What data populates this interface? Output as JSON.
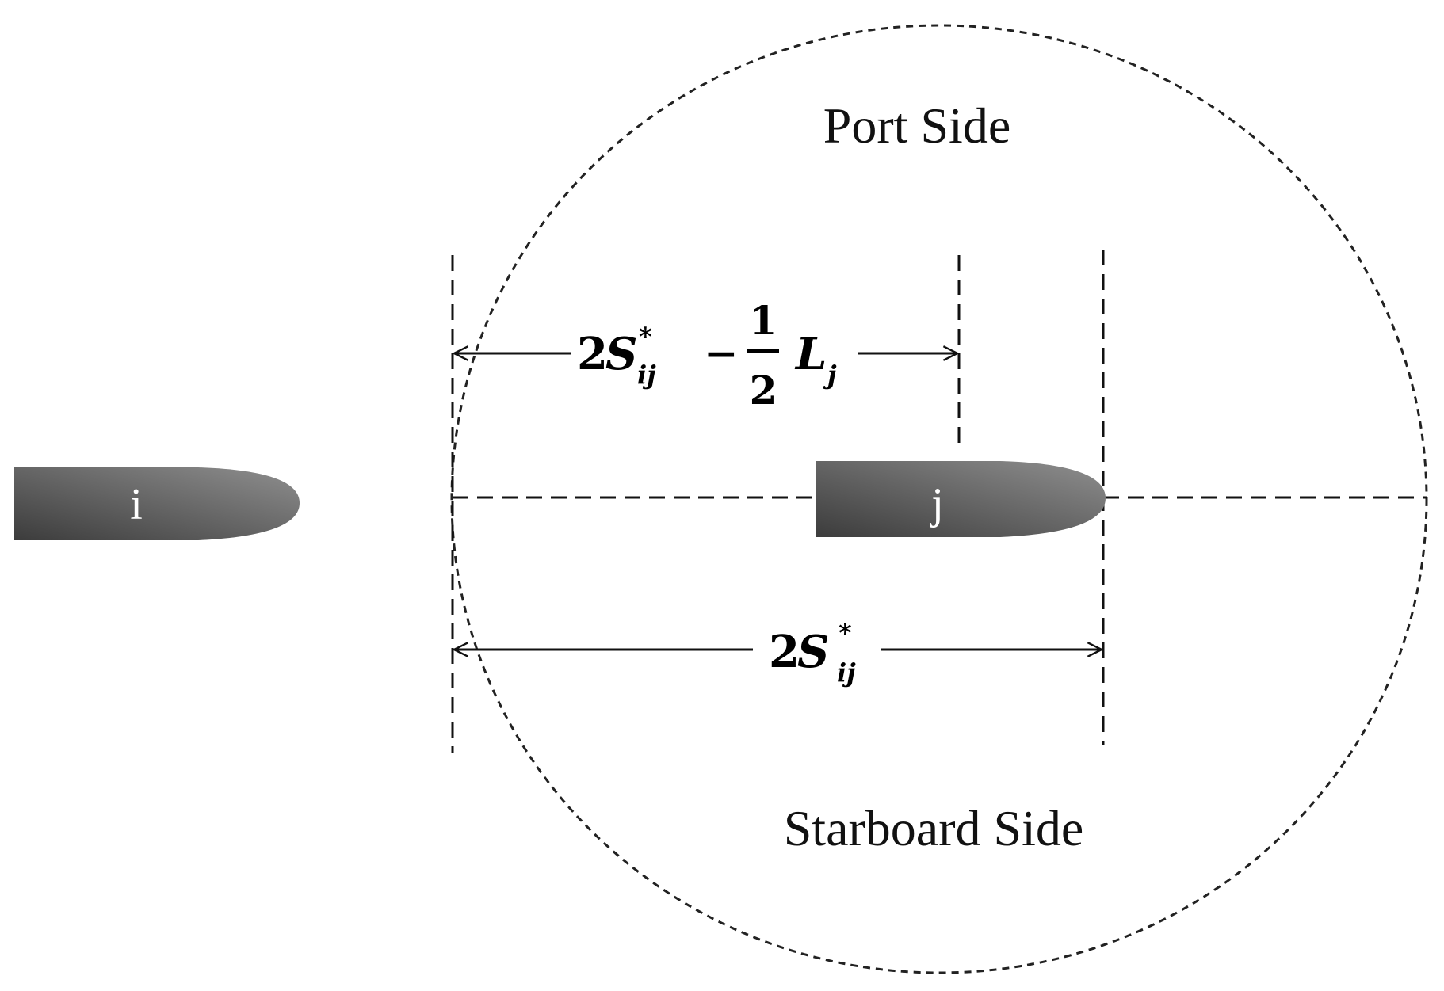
{
  "labels": {
    "port_side": "Port Side",
    "starboard_side": "Starboard Side",
    "ship_i": "i",
    "ship_j": "j"
  },
  "formulas": {
    "upper": {
      "coef": "2",
      "symbol": "S",
      "superscript": "*",
      "subscript": "ij",
      "minus": "−",
      "frac_num": "1",
      "frac_den": "2",
      "length_symbol": "L",
      "length_subscript": "j"
    },
    "lower": {
      "coef": "2",
      "symbol": "S",
      "superscript": "*",
      "subscript": "ij"
    }
  },
  "colors": {
    "ship_dark": "#3f3f3f",
    "ship_light": "#8c8c8c",
    "line": "#111111"
  }
}
